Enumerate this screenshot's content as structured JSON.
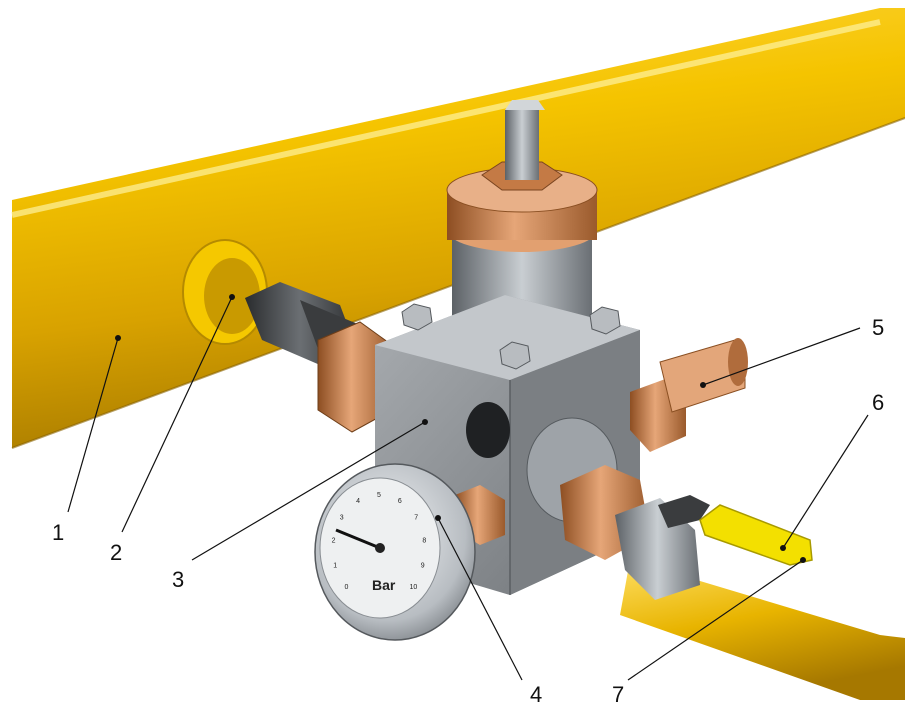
{
  "callouts": [
    {
      "id": "1",
      "label": "1"
    },
    {
      "id": "2",
      "label": "2"
    },
    {
      "id": "3",
      "label": "3"
    },
    {
      "id": "4",
      "label": "4"
    },
    {
      "id": "5",
      "label": "5"
    },
    {
      "id": "6",
      "label": "6"
    },
    {
      "id": "7",
      "label": "7"
    }
  ],
  "gauge": {
    "unit": "Bar",
    "scale": [
      "0",
      "1",
      "2",
      "3",
      "4",
      "5",
      "6",
      "7",
      "8",
      "9",
      "10"
    ]
  },
  "colors": {
    "pipe_yellow": "#f2c200",
    "brass": "#c9824a",
    "steel": "#8f9499",
    "handle_yellow": "#f5e000"
  }
}
